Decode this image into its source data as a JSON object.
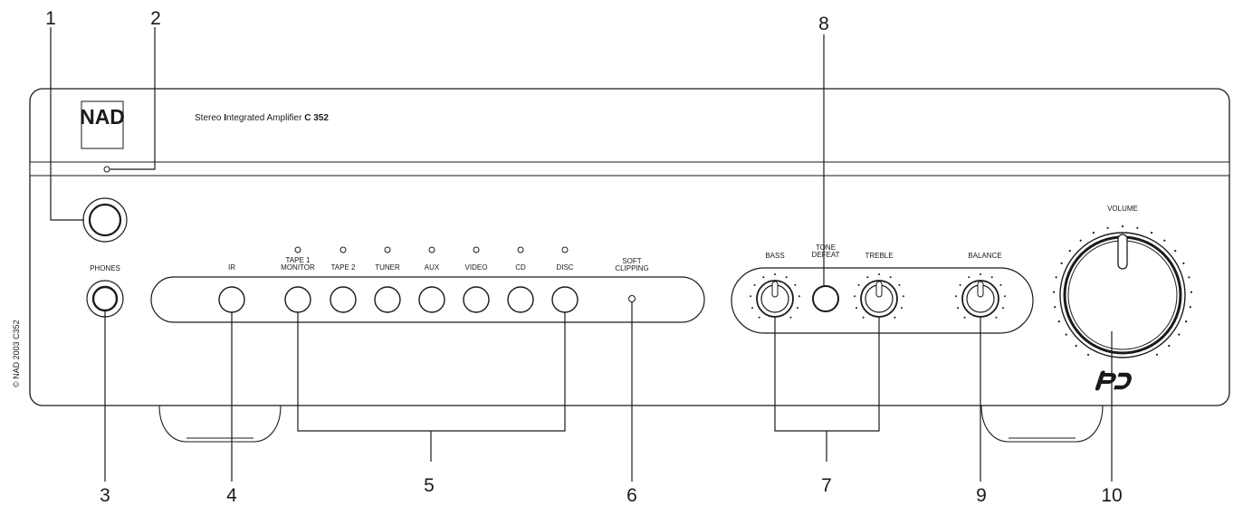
{
  "callouts": [
    "1",
    "2",
    "3",
    "4",
    "5",
    "6",
    "7",
    "8",
    "9",
    "10"
  ],
  "logo": "NAD",
  "model": {
    "prefix": "Stereo ",
    "i": "I",
    "mid": "ntegrated Amplifier ",
    "num": "C 352"
  },
  "copyright": "© NAD 2003 C352",
  "labels": {
    "phones": "PHONES",
    "ir": "IR",
    "tape1_a": "TAPE 1",
    "tape1_b": "MONITOR",
    "tape2": "TAPE 2",
    "tuner": "TUNER",
    "aux": "AUX",
    "video": "VIDEO",
    "cd": "CD",
    "disc": "DISC",
    "soft_a": "SOFT",
    "soft_b": "CLIPPING",
    "bass": "BASS",
    "tone_a": "TONE",
    "tone_b": "DEFEAT",
    "treble": "TREBLE",
    "balance": "BALANCE",
    "volume": "VOLUME"
  },
  "colors": {
    "ink": "#1a1a1a",
    "panel": "#ffffff"
  },
  "icons": [
    "pd-logo-icon"
  ]
}
